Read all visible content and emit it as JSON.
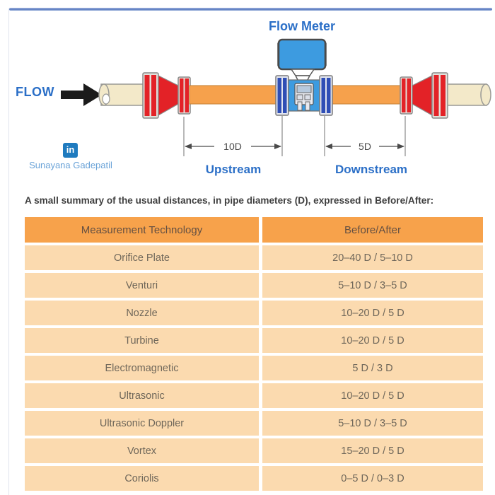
{
  "diagram": {
    "title": "Flow Meter",
    "flow_label": "FLOW",
    "upstream_dim": "10D",
    "downstream_dim": "5D",
    "upstream_label": "Upstream",
    "downstream_label": "Downstream",
    "attribution": "Sunayana Gadepatil",
    "linkedin_glyph": "in",
    "icons": [
      "linkedin-icon",
      "flow-arrow",
      "dimension-arrows"
    ],
    "colors": {
      "label_blue": "#2b6fc7",
      "pipe_orange": "#f6a14c",
      "pipe_cream": "#f3e9c9",
      "flange_red": "#e32227",
      "flange_blue": "#2f4eb5",
      "meter_blue": "#3d9be0",
      "top_rule_blue": "#5d7dc2"
    }
  },
  "caption": "A small summary of the usual distances, in pipe diameters (D), expressed in Before/After:",
  "table": {
    "headers": [
      "Measurement Technology",
      "Before/After"
    ],
    "rows": [
      [
        "Orifice Plate",
        "20–40 D / 5–10 D"
      ],
      [
        "Venturi",
        "5–10 D / 3–5 D"
      ],
      [
        "Nozzle",
        "10–20 D / 5 D"
      ],
      [
        "Turbine",
        "10–20 D / 5 D"
      ],
      [
        "Electromagnetic",
        "5 D / 3 D"
      ],
      [
        "Ultrasonic",
        "10–20 D / 5 D"
      ],
      [
        "Ultrasonic Doppler",
        "5–10 D / 3–5 D"
      ],
      [
        "Vortex",
        "15–20 D / 5 D"
      ],
      [
        "Coriolis",
        "0–5 D / 0–3 D"
      ]
    ],
    "colors": {
      "header_bg": "#f7a24b",
      "row_bg": "#fbdaaf"
    }
  }
}
